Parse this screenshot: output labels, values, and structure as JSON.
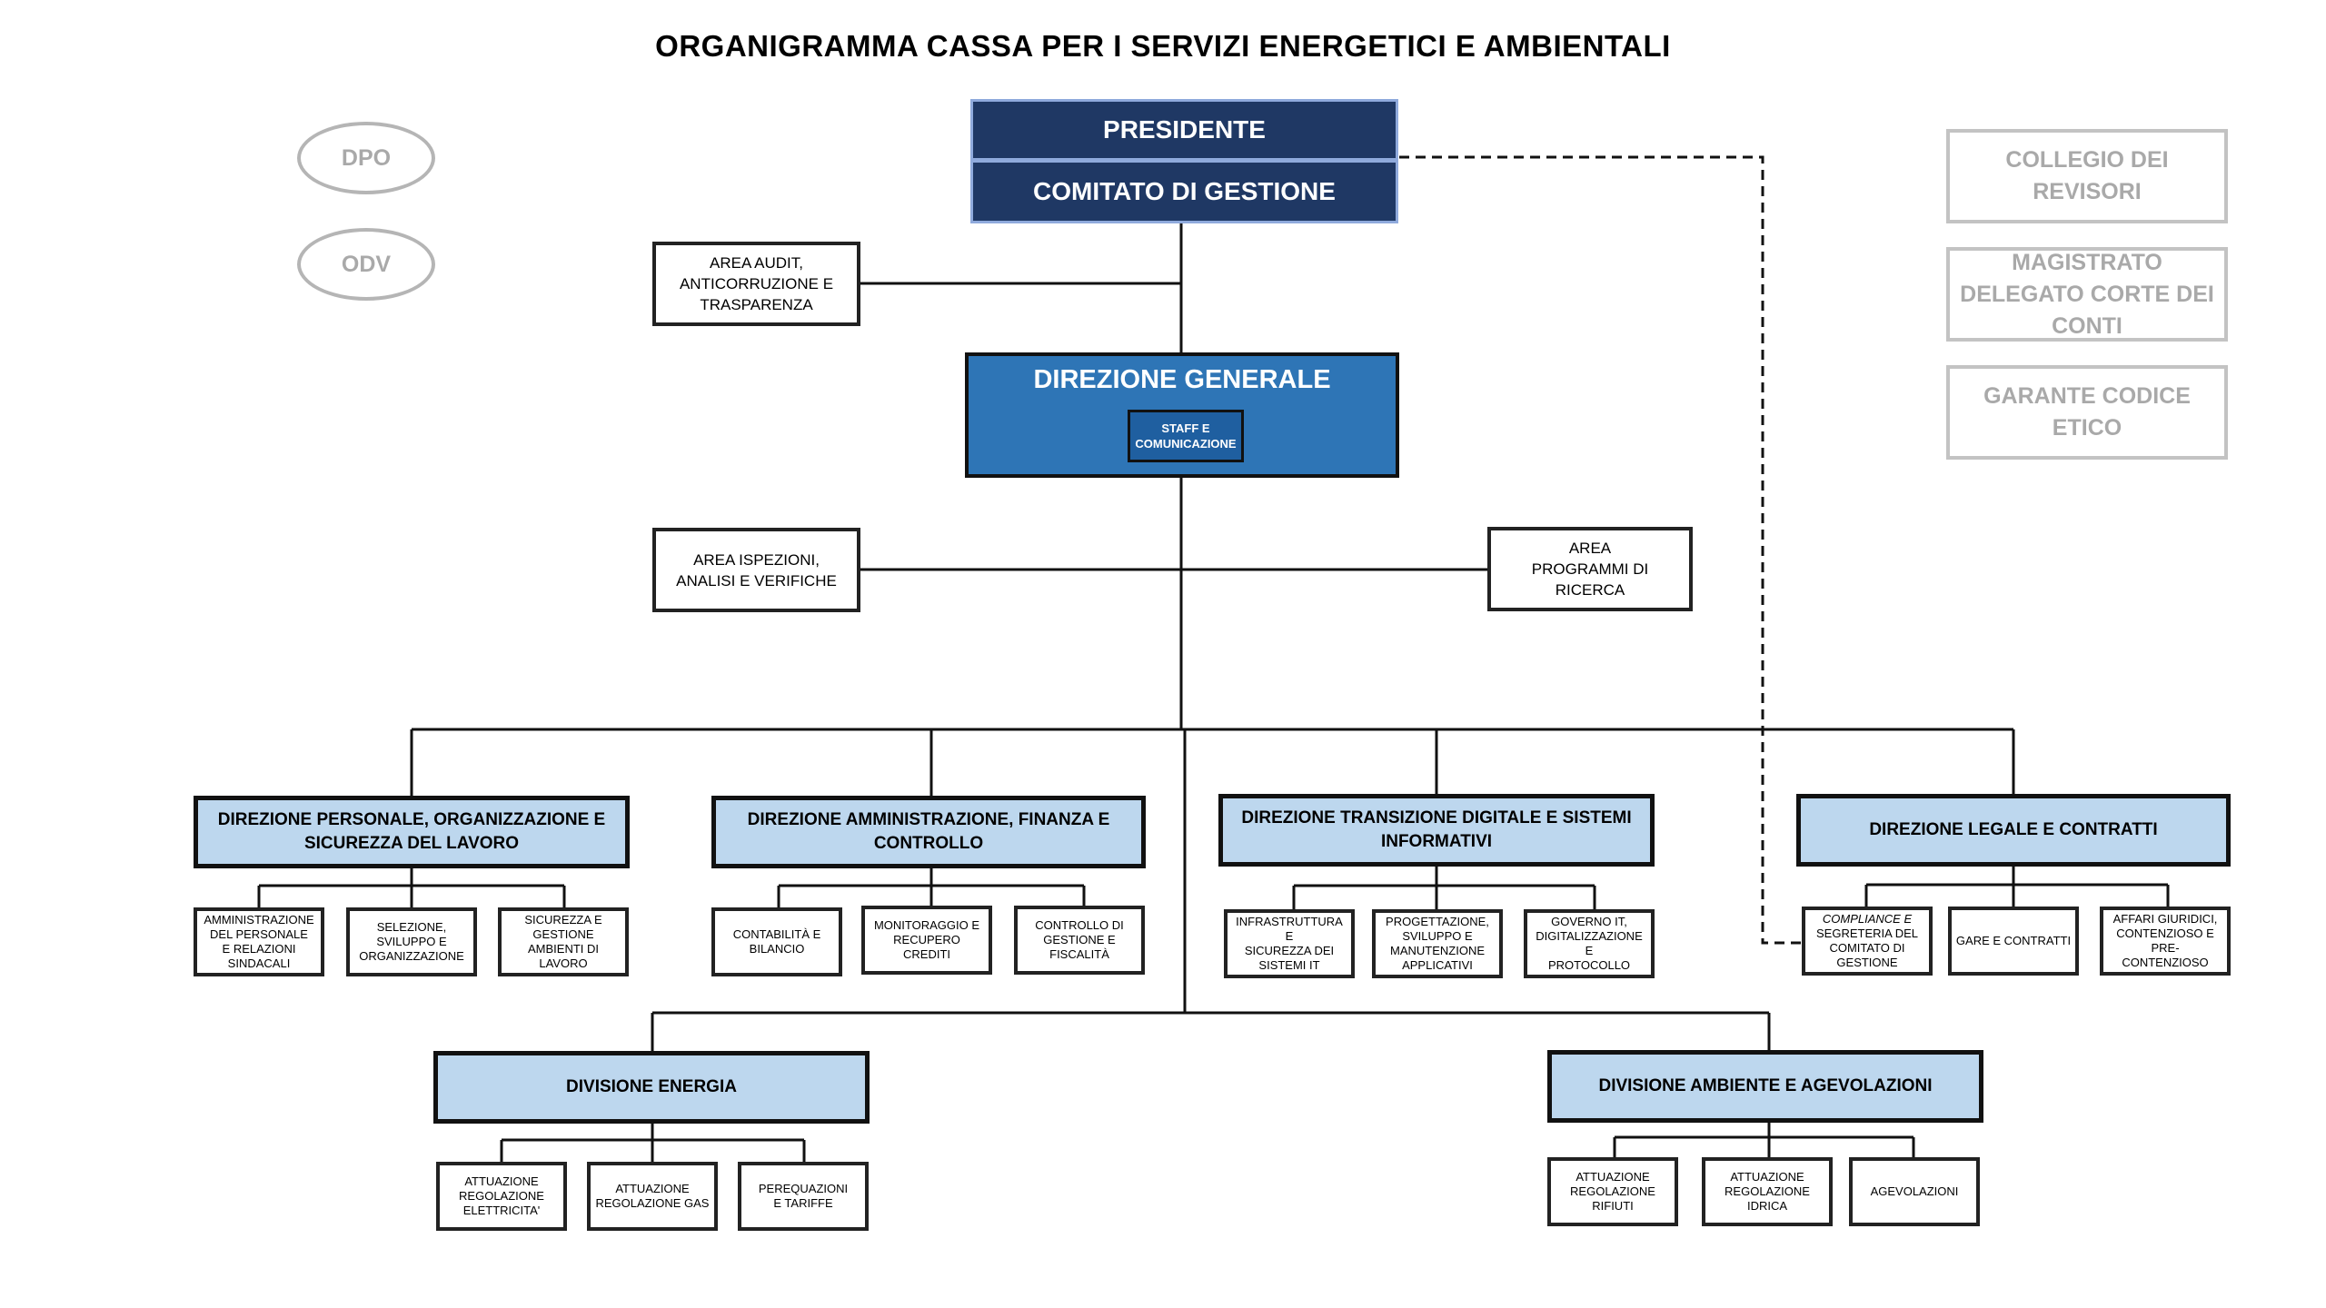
{
  "title": "ORGANIGRAMMA CASSA PER I SERVIZI ENERGETICI E AMBIENTALI",
  "top": {
    "presidente": "PRESIDENTE",
    "comitato": "COMITATO DI GESTIONE"
  },
  "side_left": {
    "dpo": "DPO",
    "odv": "ODV"
  },
  "side_right": {
    "collegio": "COLLEGIO DEI REVISORI",
    "magistrato": [
      "MAGISTRATO",
      "DELEGATO CORTE DEI",
      "CONTI"
    ],
    "garante": "GARANTE CODICE ETICO"
  },
  "area_audit": [
    "AREA AUDIT,",
    "ANTICORRUZIONE E",
    "TRASPARENZA"
  ],
  "direzione_generale": {
    "label": "DIREZIONE GENERALE",
    "staff": [
      "STAFF E",
      "COMUNICAZIONE"
    ]
  },
  "area_ispezioni": [
    "AREA ISPEZIONI,",
    "ANALISI E VERIFICHE"
  ],
  "area_programmi": [
    "AREA",
    "PROGRAMMI DI",
    "RICERCA"
  ],
  "direzioni": [
    {
      "name": [
        "DIREZIONE PERSONALE, ORGANIZZAZIONE E",
        "SICUREZZA DEL LAVORO"
      ],
      "subs": [
        [
          "AMMINISTRAZIONE",
          "DEL PERSONALE",
          "E RELAZIONI SINDACALI"
        ],
        [
          "SELEZIONE, SVILUPPO E",
          "ORGANIZZAZIONE"
        ],
        [
          "SICUREZZA E",
          "GESTIONE AMBIENTI DI",
          "LAVORO"
        ]
      ]
    },
    {
      "name": [
        "DIREZIONE AMMINISTRAZIONE, FINANZA E",
        "CONTROLLO"
      ],
      "subs": [
        [
          "CONTABILITÀ E",
          "BILANCIO"
        ],
        [
          "MONITORAGGIO E",
          "RECUPERO CREDITI"
        ],
        [
          "CONTROLLO DI",
          "GESTIONE E FISCALITÀ"
        ]
      ]
    },
    {
      "name": [
        "DIREZIONE TRANSIZIONE DIGITALE E SISTEMI",
        "INFORMATIVI"
      ],
      "subs": [
        [
          "INFRASTRUTTURA E",
          "SICUREZZA DEI",
          "SISTEMI IT"
        ],
        [
          "PROGETTAZIONE,",
          "SVILUPPO E",
          "MANUTENZIONE",
          "APPLICATIVI"
        ],
        [
          "GOVERNO IT,",
          "DIGITALIZZAZIONE E",
          "PROTOCOLLO"
        ]
      ]
    },
    {
      "name": [
        "DIREZIONE LEGALE E CONTRATTI"
      ],
      "subs": [
        [
          "COMPLIANCE E",
          "SEGRETERIA DEL",
          "COMITATO DI",
          "GESTIONE"
        ],
        [
          "GARE E CONTRATTI"
        ],
        [
          "AFFARI GIURIDICI,",
          "CONTENZIOSO E PRE-",
          "CONTENZIOSO"
        ]
      ]
    }
  ],
  "divisioni": [
    {
      "name": [
        "DIVISIONE ENERGIA"
      ],
      "subs": [
        [
          "ATTUAZIONE",
          "REGOLAZIONE",
          "ELETTRICITA'"
        ],
        [
          "ATTUAZIONE",
          "REGOLAZIONE GAS"
        ],
        [
          "PEREQUAZIONI",
          "E TARIFFE"
        ]
      ]
    },
    {
      "name": [
        "DIVISIONE AMBIENTE E AGEVOLAZIONI"
      ],
      "subs": [
        [
          "ATTUAZIONE",
          "REGOLAZIONE RIFIUTI"
        ],
        [
          "ATTUAZIONE",
          "REGOLAZIONE IDRICA"
        ],
        [
          "AGEVOLAZIONI"
        ]
      ]
    }
  ]
}
